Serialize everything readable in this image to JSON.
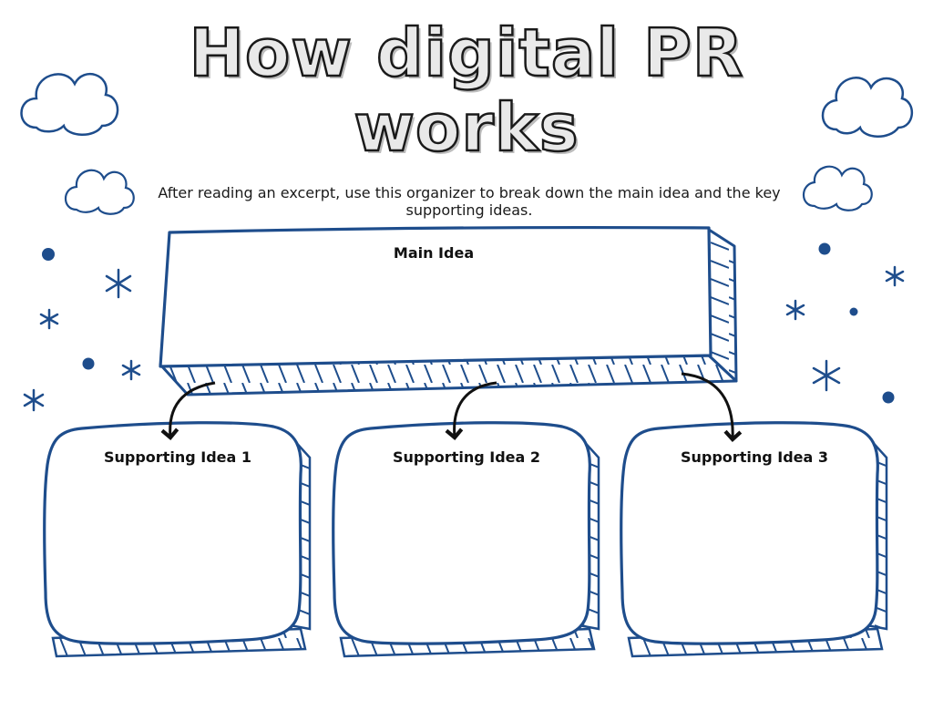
{
  "title": {
    "line1": "How digital PR",
    "line2": "works"
  },
  "instructions": "After reading an excerpt, use this organizer to break down the main idea and the key supporting ideas.",
  "boxes": {
    "main": "Main Idea",
    "supporting": [
      "Supporting Idea 1",
      "Supporting Idea 2",
      "Supporting Idea 3"
    ]
  },
  "colors": {
    "outline": "#1e4d8c",
    "arrow": "#111111",
    "title_fill": "#e9e9e9"
  }
}
